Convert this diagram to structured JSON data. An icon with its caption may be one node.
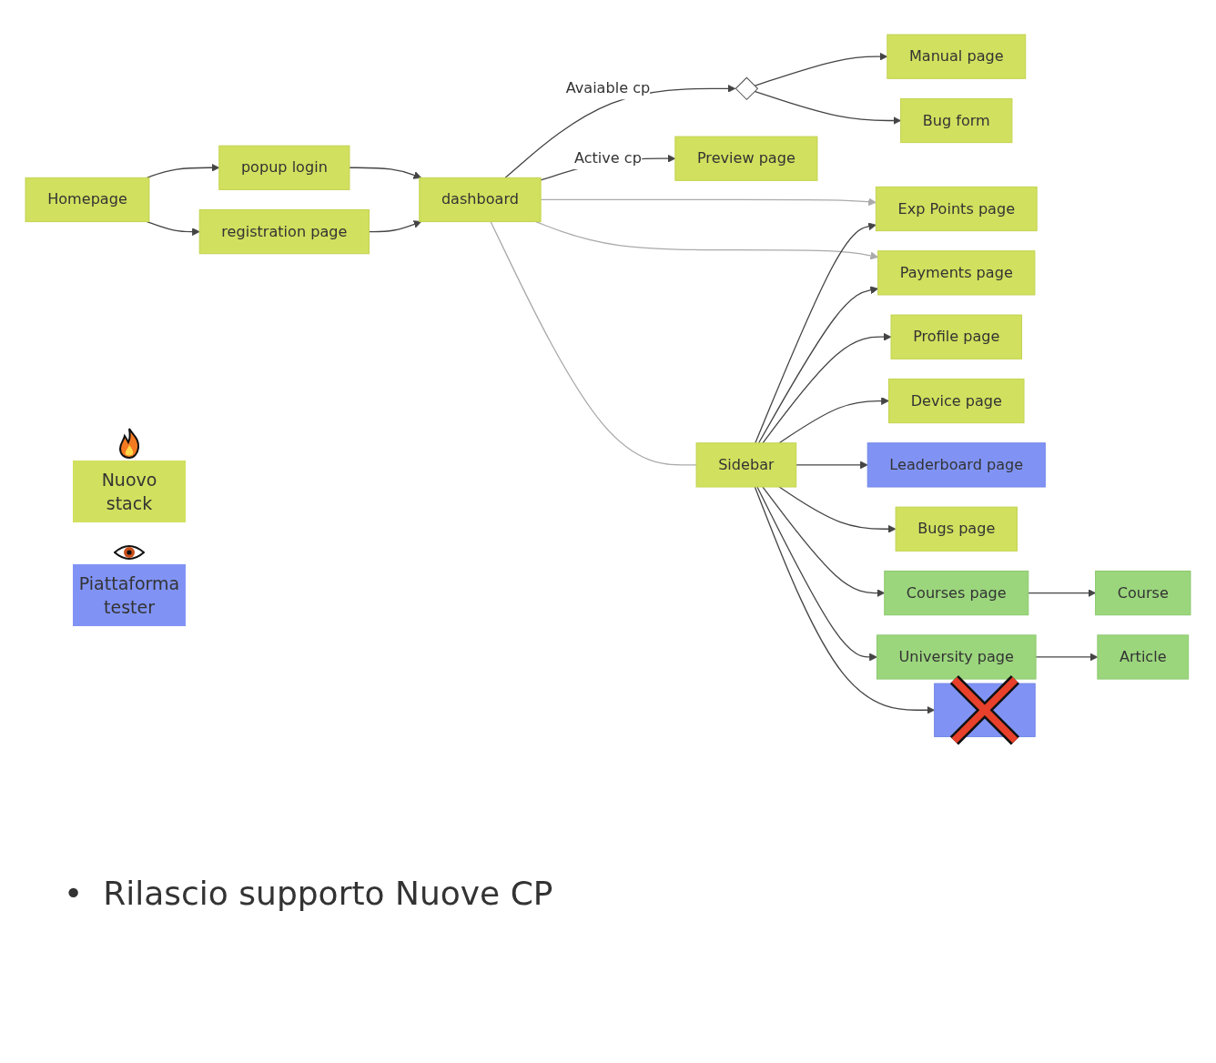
{
  "diagram": {
    "nodes": [
      {
        "text": [
          "Homepage"
        ]
      },
      {
        "text": [
          "popup login"
        ]
      },
      {
        "text": [
          "registration page"
        ]
      },
      {
        "text": [
          "dashboard"
        ]
      },
      {
        "text": [],
        "shape": "diamond"
      },
      {
        "text": [
          "Manual page"
        ]
      },
      {
        "text": [
          "Bug form"
        ]
      },
      {
        "text": [
          "Preview page"
        ]
      },
      {
        "text": [
          "Exp Points page"
        ]
      },
      {
        "text": [
          "Payments page"
        ]
      },
      {
        "text": [
          "Sidebar"
        ]
      },
      {
        "text": [
          "Profile page"
        ]
      },
      {
        "text": [
          "Device page"
        ]
      },
      {
        "text": [
          "Leaderboard page"
        ]
      },
      {
        "text": [
          "Bugs page"
        ]
      },
      {
        "text": [
          "Courses page"
        ]
      },
      {
        "text": [
          "Course"
        ]
      },
      {
        "text": [
          "University page"
        ]
      },
      {
        "text": [
          "Article"
        ]
      },
      {
        "text": [],
        "shape": "box"
      }
    ],
    "edges": [
      {
        "from": 0,
        "to": 1,
        "arrow": "to"
      },
      {
        "from": 0,
        "to": 2,
        "arrow": "to"
      },
      {
        "from": 1,
        "to": 3,
        "arrow": "to"
      },
      {
        "from": 2,
        "to": 3,
        "arrow": "to"
      },
      {
        "from": 3,
        "to": 4,
        "arrow": "to",
        "label": "Avaiable cp"
      },
      {
        "from": 4,
        "to": 5,
        "arrow": "to"
      },
      {
        "from": 4,
        "to": 6,
        "arrow": "to"
      },
      {
        "from": 3,
        "to": 7,
        "arrow": "to",
        "label": "Active cp"
      },
      {
        "from": 3,
        "to": 8,
        "arrow": "to",
        "color": "#aaaaaa"
      },
      {
        "from": 3,
        "to": 9,
        "arrow": "to",
        "color": "#aaaaaa"
      },
      {
        "from": 3,
        "to": 10,
        "arrow": "none",
        "color": "#aaaaaa"
      },
      {
        "from": 10,
        "to": 8,
        "arrow": "to"
      },
      {
        "from": 10,
        "to": 9,
        "arrow": "to"
      },
      {
        "from": 10,
        "to": 11,
        "arrow": "to"
      },
      {
        "from": 10,
        "to": 12,
        "arrow": "to"
      },
      {
        "from": 10,
        "to": 13,
        "arrow": "to"
      },
      {
        "from": 10,
        "to": 14,
        "arrow": "to"
      },
      {
        "from": 10,
        "to": 15,
        "arrow": "to"
      },
      {
        "from": 10,
        "to": 17,
        "arrow": "to"
      },
      {
        "from": 10,
        "to": 19,
        "arrow": "to"
      },
      {
        "from": 15,
        "to": 16,
        "arrow": "to"
      },
      {
        "from": 17,
        "to": 18,
        "arrow": "to"
      }
    ],
    "labels": [
      "•",
      "Rilascio supporto Nuove CP"
    ],
    "legend": [
      {
        "text": "Nuovo stack",
        "color": "#d1e05e"
      },
      {
        "text": "Piattaforma tester",
        "color": "#8093f5"
      }
    ]
  }
}
